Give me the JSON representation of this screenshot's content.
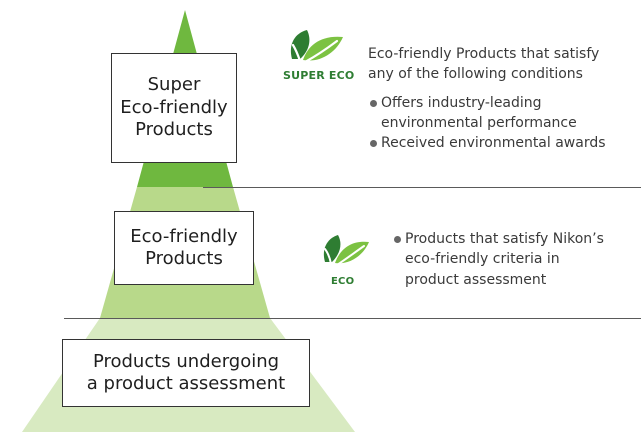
{
  "colors": {
    "top_tier": "#6FB83F",
    "mid_tier": "#B8D98A",
    "bottom_tier": "#D8EAC1",
    "logo_green": "#2E7D32",
    "divider": "#5A5A5A"
  },
  "pyramid": {
    "top_label": "Super\nEco-friendly\nProducts",
    "middle_label": "Eco-friendly\nProducts",
    "bottom_label": "Products undergoing\na product assessment"
  },
  "logos": {
    "super_eco_text": "SUPER ECO",
    "eco_text": "ECO",
    "super_eco_icon": "leaf-icon",
    "eco_icon": "leaf-icon"
  },
  "descriptions": {
    "super_eco_heading": "Eco-friendly Products that satisfy\nany of the following conditions",
    "super_eco_bullets": [
      "Offers industry-leading\nenvironmental performance",
      "Received environmental awards"
    ],
    "eco_bullets": [
      "Products that satisfy Nikon’s\neco-friendly criteria in\nproduct assessment"
    ]
  }
}
